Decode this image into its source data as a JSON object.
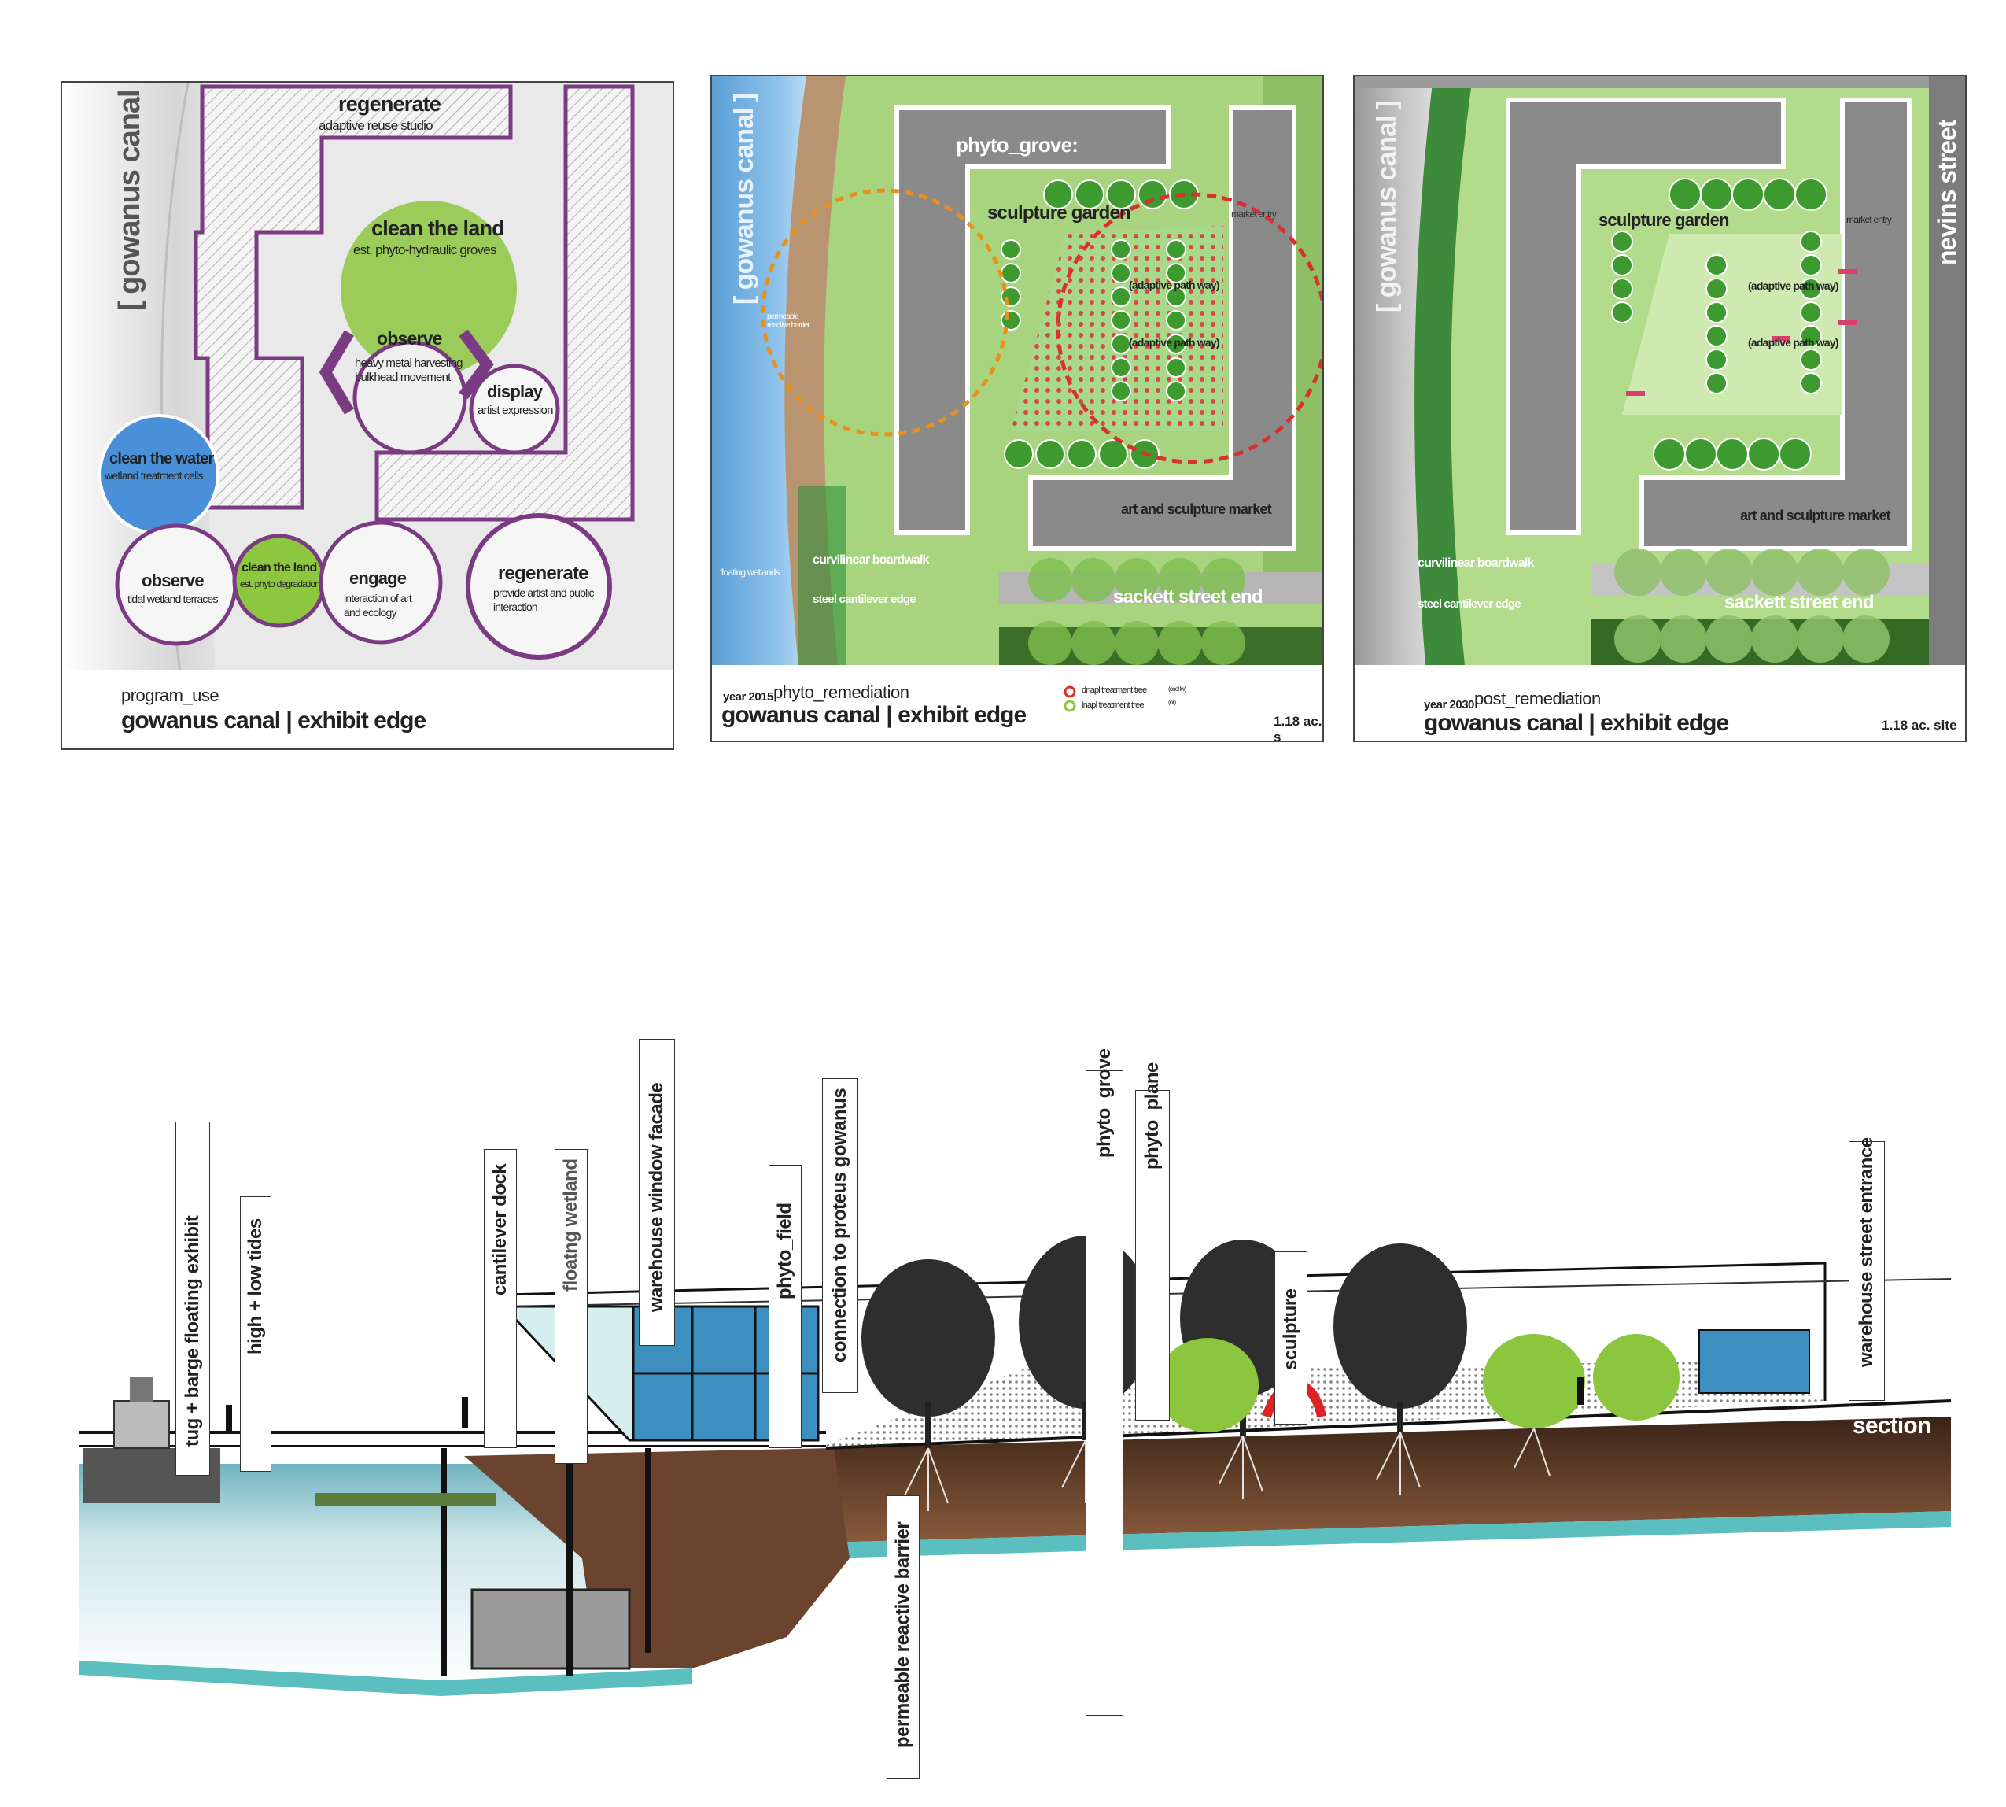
{
  "panel1": {
    "canal_label": "[ gowanus canal ]",
    "regenerate_top": {
      "title": "regenerate",
      "sub": "adaptive reuse studio"
    },
    "clean_land_big": {
      "title": "clean the land",
      "sub": "est. phyto-hydraulic groves"
    },
    "observe_mid": {
      "title": "observe",
      "sub1": "heavy metal harvesting",
      "sub2": "bulkhead movement"
    },
    "display": {
      "title": "display",
      "sub": "artist expression"
    },
    "clean_water": {
      "title": "clean the water",
      "sub": "wetland treatment cells"
    },
    "observe_low": {
      "title": "observe",
      "sub": "tidal wetland terraces"
    },
    "clean_land_small": {
      "title": "clean the land",
      "sub": "est. phyto degradation"
    },
    "engage": {
      "title": "engage",
      "sub1": "interaction of art",
      "sub2": "and ecology"
    },
    "regenerate_low": {
      "title": "regenerate",
      "sub1": "provide artist and public",
      "sub2": "interaction"
    },
    "caption_sub": "program_use",
    "caption_main": "gowanus canal | exhibit edge"
  },
  "panel2": {
    "canal_label": "[ gowanus canal ]",
    "phyto_grove": "phyto_grove:",
    "sculpture_garden": "sculpture garden",
    "adaptive_path_1": "(adaptive path way)",
    "adaptive_path_2": "(adaptive path way)",
    "market_entry": "market entry",
    "art_market": "art and sculpture market",
    "permeable_barrier": "permeable reactive barrier",
    "floating_wetlands": "floating wetlands",
    "curvilinear_boardwalk": "curvilinear boardwalk",
    "steel_cantilever_edge": "steel cantilever edge",
    "sackett_street_end": "sackett street end",
    "caption_year": "year 2015",
    "caption_sub": "phyto_remediation",
    "caption_main": "gowanus canal | exhibit edge",
    "legend_1": "dnapl treatment tree",
    "legend_1_note": "(cool lw)",
    "legend_2": "lnapl treatment tree",
    "legend_2_note": "(oil)",
    "area": "1.18 ac. s"
  },
  "panel3": {
    "canal_label": "[ gowanus canal ]",
    "nevins_street": "nevins street",
    "sculpture_garden": "sculpture garden",
    "market_entry": "market entry",
    "adaptive_path_1": "(adaptive path way)",
    "adaptive_path_2": "(adaptive path way)",
    "art_market": "art and sculpture market",
    "curvilinear_boardwalk": "curvilinear boardwalk",
    "steel_cantilever_edge": "steel cantilever edge",
    "sackett_street_end": "sackett street end",
    "caption_year": "year 2030",
    "caption_sub": "post_remediation",
    "caption_main": "gowanus canal | exhibit edge",
    "area": "1.18 ac. site"
  },
  "section": {
    "title": "section",
    "tags": [
      "tug + barge  floating exhibit",
      "high + low tides",
      "cantilever dock",
      "floatng wetland",
      "warehouse window facade",
      "phyto_field",
      "connection to proteus gowanus",
      "permeable reactive barrier",
      "phyto_grove",
      "phyto_plane",
      "sculpture",
      "warehouse street entrance"
    ]
  },
  "colors": {
    "purple": "#7a3b82",
    "green": "#8dc63f",
    "blue": "#4a90d9",
    "water": "#2f7fc1",
    "building": "#8a8a8a",
    "soil": "#5a3a28",
    "teal": "#5bbfbf"
  }
}
